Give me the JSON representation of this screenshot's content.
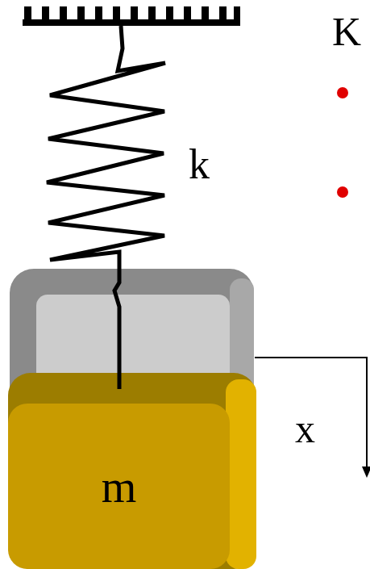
{
  "diagram": {
    "nodes": [
      {
        "text": [
          "m"
        ]
      }
    ],
    "labels": [
      "k",
      "x",
      "K"
    ]
  }
}
